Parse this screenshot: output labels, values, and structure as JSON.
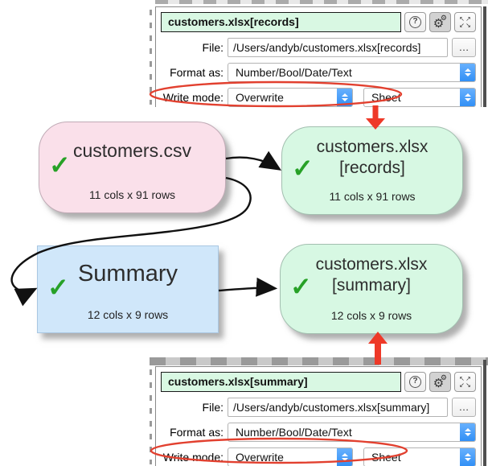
{
  "icons": {
    "help": "?",
    "gear": "⚙",
    "browse": "…",
    "check": "✓",
    "expand_tl": "↖",
    "expand_tr": "↗",
    "expand_bl": "↙",
    "expand_br": "↘"
  },
  "panels": {
    "top": {
      "title": "customers.xlsx[records]",
      "file_label": "File:",
      "file_value": "/Users/andyb/customers.xlsx[records]",
      "format_label": "Format as:",
      "format_value": "Number/Bool/Date/Text",
      "write_label": "Write mode:",
      "write_value": "Overwrite",
      "sheet_value": "Sheet"
    },
    "bottom": {
      "title": "customers.xlsx[summary]",
      "file_label": "File:",
      "file_value": "/Users/andyb/customers.xlsx[summary]",
      "format_label": "Format as:",
      "format_value": "Number/Bool/Date/Text",
      "write_label": "Write mode:",
      "write_value": "Overwrite",
      "sheet_value": "Sheet"
    }
  },
  "nodes": {
    "csv": {
      "title": "customers.csv",
      "stats": "11 cols x 91 rows"
    },
    "records": {
      "title_line1": "customers.xlsx",
      "title_line2": "[records]",
      "stats": "11 cols x 91 rows"
    },
    "summary": {
      "title": "Summary",
      "stats": "12 cols x 9 rows"
    },
    "output": {
      "title_line1": "customers.xlsx",
      "title_line2": "[summary]",
      "stats": "12 cols x 9 rows"
    }
  },
  "colors": {
    "annotation_red": "#e2402f",
    "node_green": "#d7f8e3",
    "node_pink": "#fae0ea",
    "node_blue": "#d0e7fa",
    "title_mint": "#d9f8e3",
    "stepper_blue": "#3f97f8",
    "check_green": "#27a127"
  }
}
